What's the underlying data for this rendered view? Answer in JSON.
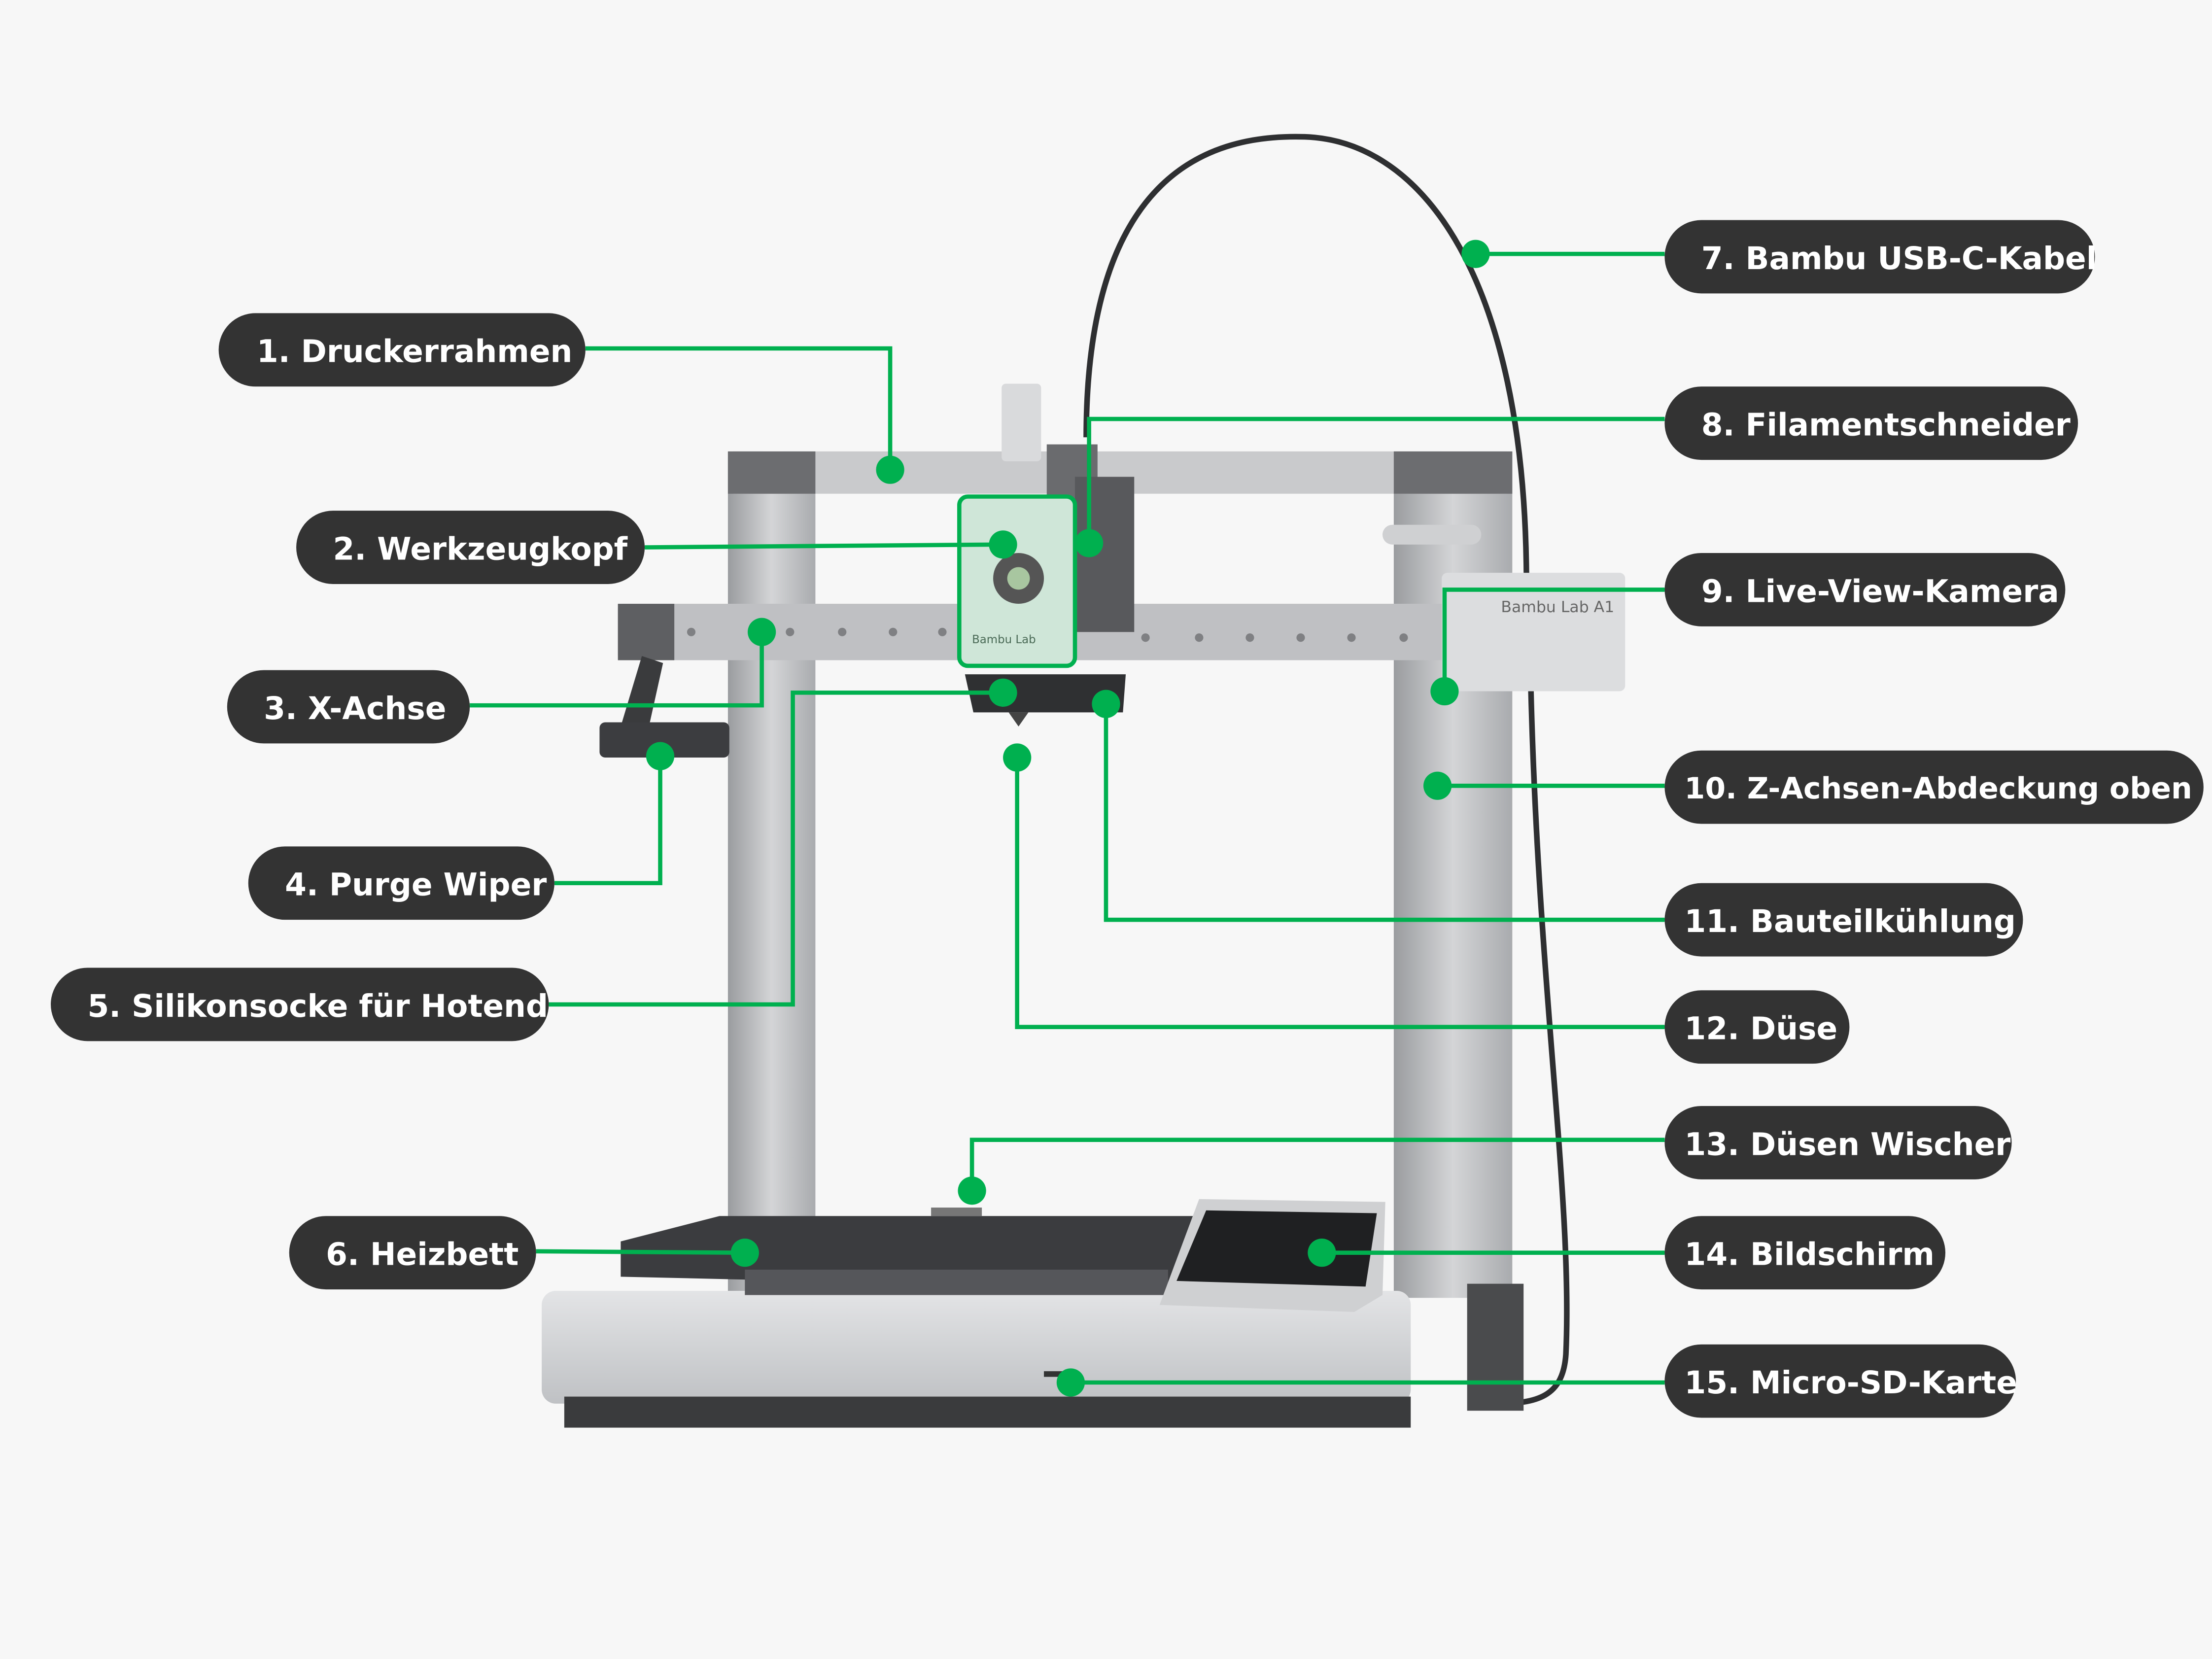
{
  "diagram": {
    "subject": "Bambu Lab A1",
    "colors": {
      "background": "#f7f7f7",
      "label_fill": "#333333",
      "label_text": "#ffffff",
      "leader": "#00b04f"
    },
    "printer_text": {
      "toolhead_brand": "Bambu Lab",
      "side_badge": "Bambu Lab A1"
    },
    "labels": [
      {
        "num": "1.",
        "text": "Druckerrahmen"
      },
      {
        "num": "2.",
        "text": "Werkzeugkopf"
      },
      {
        "num": "3.",
        "text": "X-Achse"
      },
      {
        "num": "4.",
        "text": "Purge Wiper"
      },
      {
        "num": "5.",
        "text": "Silikonsocke für Hotend"
      },
      {
        "num": "6.",
        "text": "Heizbett"
      },
      {
        "num": "7.",
        "text": "Bambu USB-C-Kabel"
      },
      {
        "num": "8.",
        "text": "Filamentschneider"
      },
      {
        "num": "9.",
        "text": "Live-View-Kamera"
      },
      {
        "num": "10.",
        "text": "Z-Achsen-Abdeckung oben"
      },
      {
        "num": "11.",
        "text": "Bauteilkühlung"
      },
      {
        "num": "12.",
        "text": "Düse"
      },
      {
        "num": "13.",
        "text": "Düsen Wischer"
      },
      {
        "num": "14.",
        "text": "Bildschirm"
      },
      {
        "num": "15.",
        "text": "Micro-SD-Karte"
      }
    ]
  }
}
